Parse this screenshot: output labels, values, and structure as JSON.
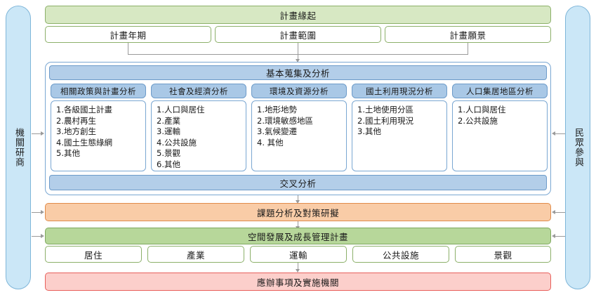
{
  "rails": {
    "left": {
      "label": "機關研商"
    },
    "right": {
      "label": "民眾參與"
    }
  },
  "origin": {
    "title": "計畫緣起",
    "items": [
      {
        "label": "計畫年期"
      },
      {
        "label": "計畫範圍"
      },
      {
        "label": "計畫願景"
      }
    ]
  },
  "basic_analysis": {
    "title": "基本蒐集及分析",
    "cross_title": "交叉分析",
    "columns": [
      {
        "header": "相關政策與計畫分析",
        "items": [
          "1.各級國土計畫",
          "2.農村再生",
          "3.地方創生",
          "4.國土生態綠網",
          "5.其他"
        ]
      },
      {
        "header": "社會及經濟分析",
        "items": [
          "1.人口與居住",
          "2.產業",
          "3.運輸",
          "4.公共設施",
          "5.景觀",
          "6.其他"
        ]
      },
      {
        "header": "環境及資源分析",
        "items": [
          "1.地形地勢",
          "2.環境敏感地區",
          "3.氣候變遷",
          "4. 其他"
        ]
      },
      {
        "header": "國土利用現況分析",
        "items": [
          "1.土地使用分區",
          "2.國土利用現況",
          "3.其他"
        ]
      },
      {
        "header": "人口集居地區分析",
        "items": [
          "1.人口與居住",
          "2.公共設施"
        ]
      }
    ]
  },
  "issue_analysis": {
    "title": "課題分析及對策研擬"
  },
  "spatial_plan": {
    "title": "空間發展及成長管理計畫",
    "items": [
      {
        "label": "居住"
      },
      {
        "label": "產業"
      },
      {
        "label": "運輸"
      },
      {
        "label": "公共設施"
      },
      {
        "label": "景觀"
      }
    ]
  },
  "implementation": {
    "title": "應辦事項及實施機關"
  },
  "colors": {
    "green_head": "#d7e8c3",
    "green_mid": "#b7d79a",
    "blue_head": "#b3cee9",
    "blue_col_head": "#a9c8e6",
    "orange": "#f9cca7",
    "pink": "#fccfcb",
    "rail": "#cbe7f7",
    "connector": "#9a9a9a"
  }
}
